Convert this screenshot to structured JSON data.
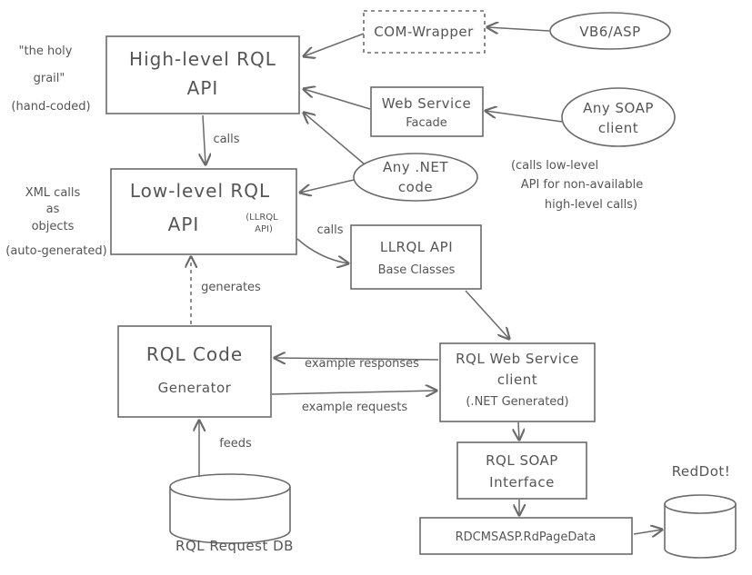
{
  "nodes": {
    "high_level_api": {
      "line1": "High-level RQL",
      "line2": "API"
    },
    "low_level_api": {
      "line1": "Low-level RQL",
      "line2": "API",
      "note1": "(LLRQL",
      "note2": "API)"
    },
    "com_wrapper": {
      "label": "COM-Wrapper"
    },
    "vb6_asp": {
      "label": "VB6/ASP"
    },
    "web_service_facade": {
      "line1": "Web Service",
      "line2": "Facade"
    },
    "any_soap_client": {
      "line1": "Any SOAP",
      "line2": "client"
    },
    "any_net_code": {
      "line1": "Any .NET",
      "line2": "code"
    },
    "llrql_base": {
      "line1": "LLRQL API",
      "line2": "Base Classes"
    },
    "code_generator": {
      "line1": "RQL Code",
      "line2": "Generator"
    },
    "ws_client": {
      "line1": "RQL Web Service",
      "line2": "client",
      "line3": "(.NET Generated)"
    },
    "soap_interface": {
      "line1": "RQL SOAP",
      "line2": "Interface"
    },
    "rdcmsasp": {
      "label": "RDCMSASP.RdPageData"
    },
    "request_db": {
      "label": "RQL Request DB"
    },
    "reddot": {
      "label": "RedDot!"
    }
  },
  "annotations": {
    "holy_grail": [
      "\"the holy",
      "grail\"",
      "(hand-coded)"
    ],
    "xml_calls": [
      "XML calls",
      "as",
      "objects",
      "(auto-generated)"
    ],
    "net_note": [
      "(calls low-level",
      "API for non-available",
      "high-level calls)"
    ]
  },
  "edge_labels": {
    "calls_1": "calls",
    "calls_2": "calls",
    "generates": "generates",
    "example_responses": "example responses",
    "example_requests": "example requests",
    "feeds": "feeds"
  }
}
